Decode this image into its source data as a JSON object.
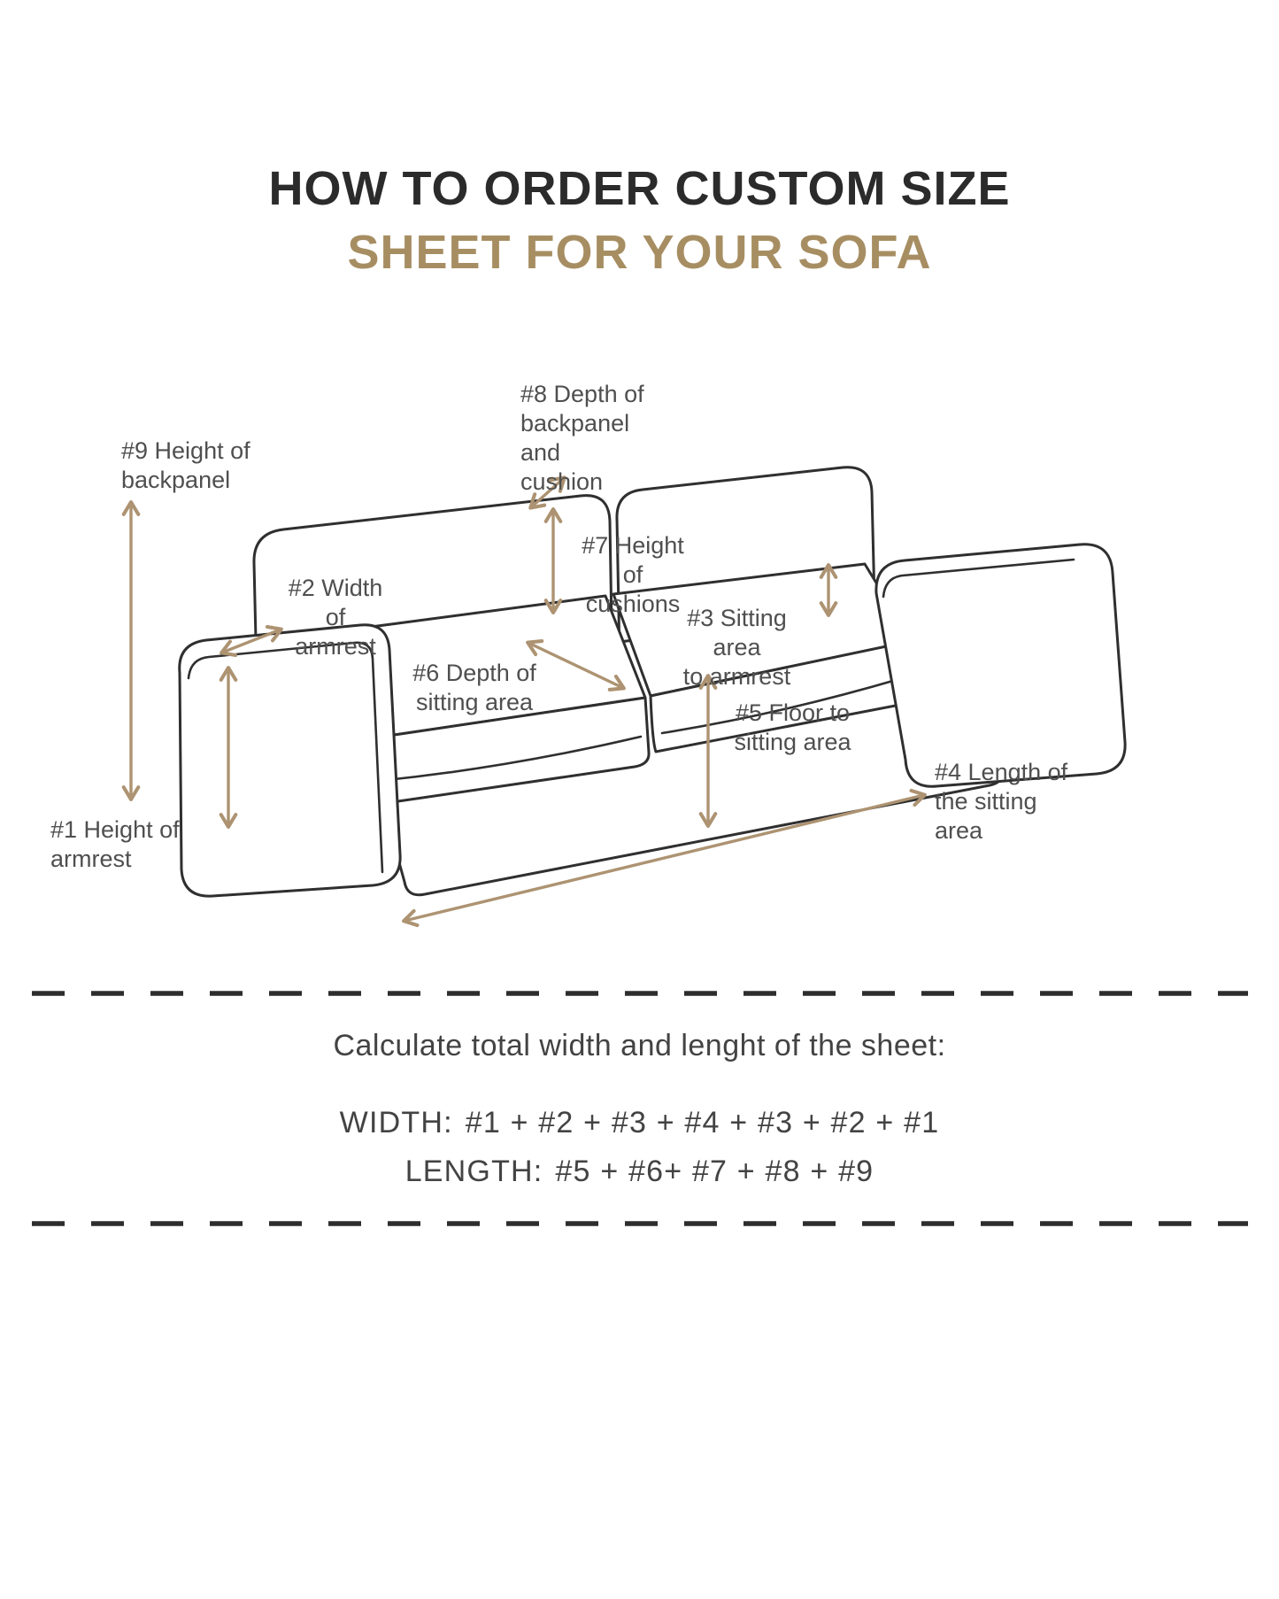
{
  "header": {
    "title": "HOW TO ORDER CUSTOM SIZE",
    "subtitle": "SHEET FOR YOUR SOFA"
  },
  "measurements": [
    {
      "id": "1",
      "lines": [
        "#1 Height of",
        "armrest"
      ]
    },
    {
      "id": "2",
      "lines": [
        "#2 Width of",
        "armrest"
      ]
    },
    {
      "id": "3",
      "lines": [
        "#3 Sitting area",
        "to armrest"
      ]
    },
    {
      "id": "4",
      "lines": [
        "#4 Length of",
        "the sitting area"
      ]
    },
    {
      "id": "5",
      "lines": [
        "#5 Floor to",
        "sitting area"
      ]
    },
    {
      "id": "6",
      "lines": [
        "#6 Depth of",
        "sitting area"
      ]
    },
    {
      "id": "7",
      "lines": [
        "#7 Height of",
        "cushions"
      ]
    },
    {
      "id": "8",
      "lines": [
        "#8 Depth of",
        "backpanel and",
        "cushion"
      ]
    },
    {
      "id": "9",
      "lines": [
        "#9 Height of",
        "backpanel"
      ]
    }
  ],
  "calculation": {
    "heading": "Calculate total width and lenght of the sheet:",
    "width_label": "WIDTH:",
    "width_formula": "#1 + #2 + #3 + #4 + #3 + #2 + #1",
    "length_label": "LENGTH:",
    "length_formula": "#5 + #6+ #7 + #8 + #9"
  },
  "colors": {
    "title_text": "#2b2b2b",
    "accent_tan": "#a78e62",
    "arrow_tan": "#ad9372",
    "outline": "#2f2f2f",
    "label_text": "#4f4f4f"
  }
}
